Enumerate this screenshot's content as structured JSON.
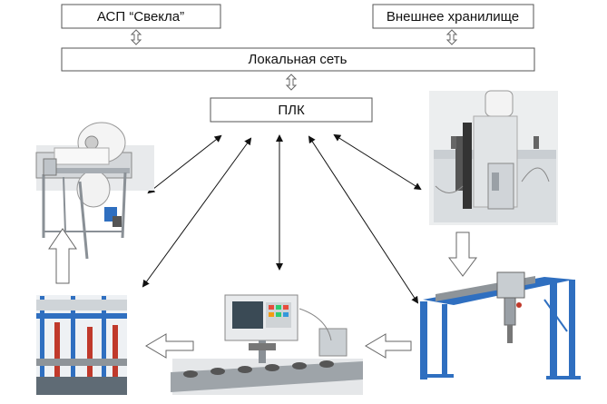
{
  "boxes": {
    "asp": "АСП “Свекла”",
    "storage": "Внешнее хранилище",
    "network": "Локальная сеть",
    "plc": "ПЛК"
  },
  "colors": {
    "box_border": "#555555",
    "arrow_line": "#111111",
    "hollow_arrow": "#555555",
    "machine_blue": "#2f6fc0",
    "machine_red": "#c0392b",
    "metal": "#b9bec4"
  },
  "pictures": {
    "machine_1_icon": "paper-roll-wrapping-machine",
    "machine_2_icon": "vertical-linear-actuator",
    "machine_3_icon": "gantry-crane-manipulator",
    "machine_4_icon": "control-panel-conveyor",
    "machine_5_icon": "blue-rack-assembly-line"
  }
}
